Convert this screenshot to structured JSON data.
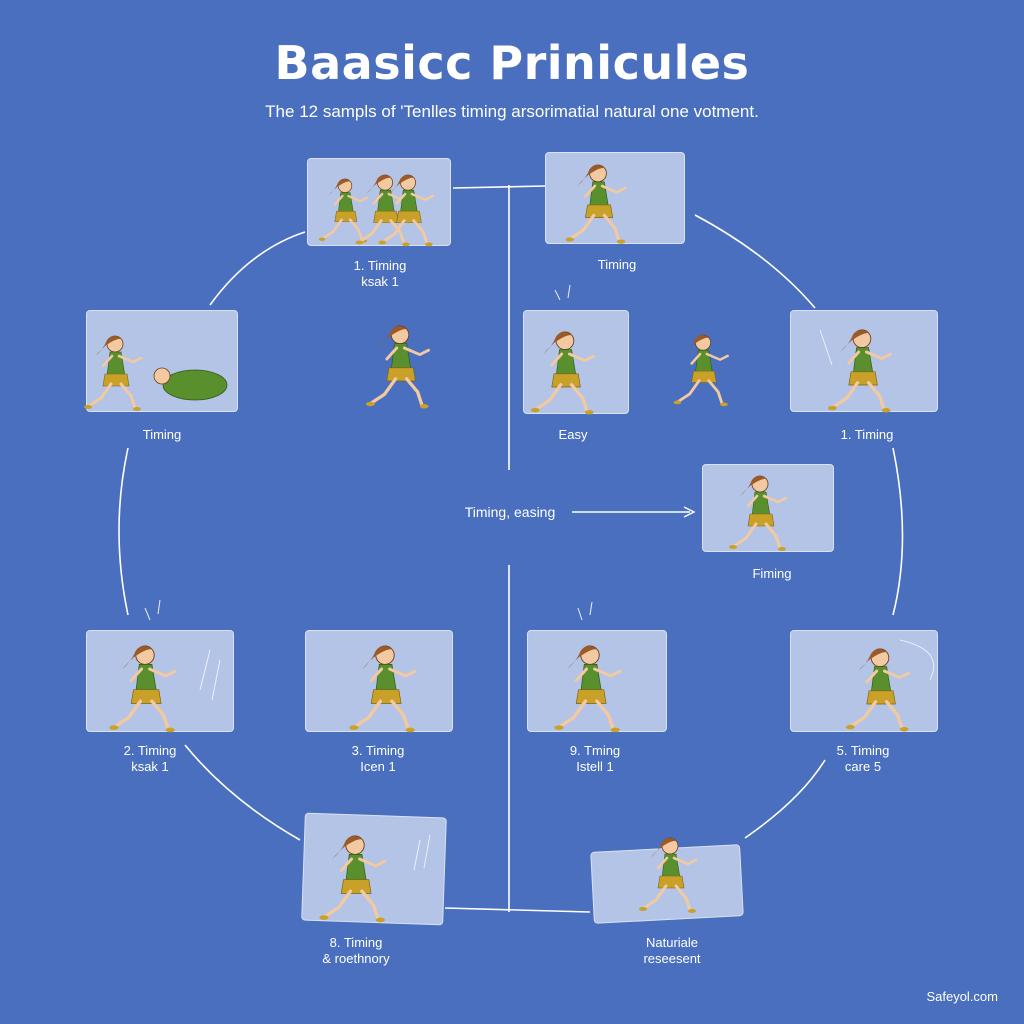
{
  "title": "Baasicc Prinicules",
  "subtitle": "The 12 sampls of 'Tenlles timing arsorimatial natural one votment.",
  "center_label": "Timing, easing",
  "footer": "Safeyol.com",
  "colors": {
    "background": "#4a6fbe",
    "card": "#b4c4e6",
    "line": "#ffffff",
    "dress": "#5a8f2e",
    "skirt": "#c9a128",
    "hair": "#9a5a2a"
  },
  "panels": [
    {
      "caption_1": "1. Timing",
      "caption_2": "ksak 1"
    },
    {
      "caption_1": "Timing",
      "caption_2": ""
    },
    {
      "caption_1": "Timing",
      "caption_2": ""
    },
    {
      "caption_1": "Easy",
      "caption_2": ""
    },
    {
      "caption_1": "1. Timing",
      "caption_2": ""
    },
    {
      "caption_1": "Fiming",
      "caption_2": ""
    },
    {
      "caption_1": "2. Timing",
      "caption_2": "ksak 1"
    },
    {
      "caption_1": "3. Timing",
      "caption_2": "Icen 1"
    },
    {
      "caption_1": "9. Tming",
      "caption_2": "Istell 1"
    },
    {
      "caption_1": "5. Timing",
      "caption_2": "care 5"
    },
    {
      "caption_1": "8. Timing",
      "caption_2": "& roethnory"
    },
    {
      "caption_1": "Naturiale",
      "caption_2": "reseesent"
    }
  ]
}
